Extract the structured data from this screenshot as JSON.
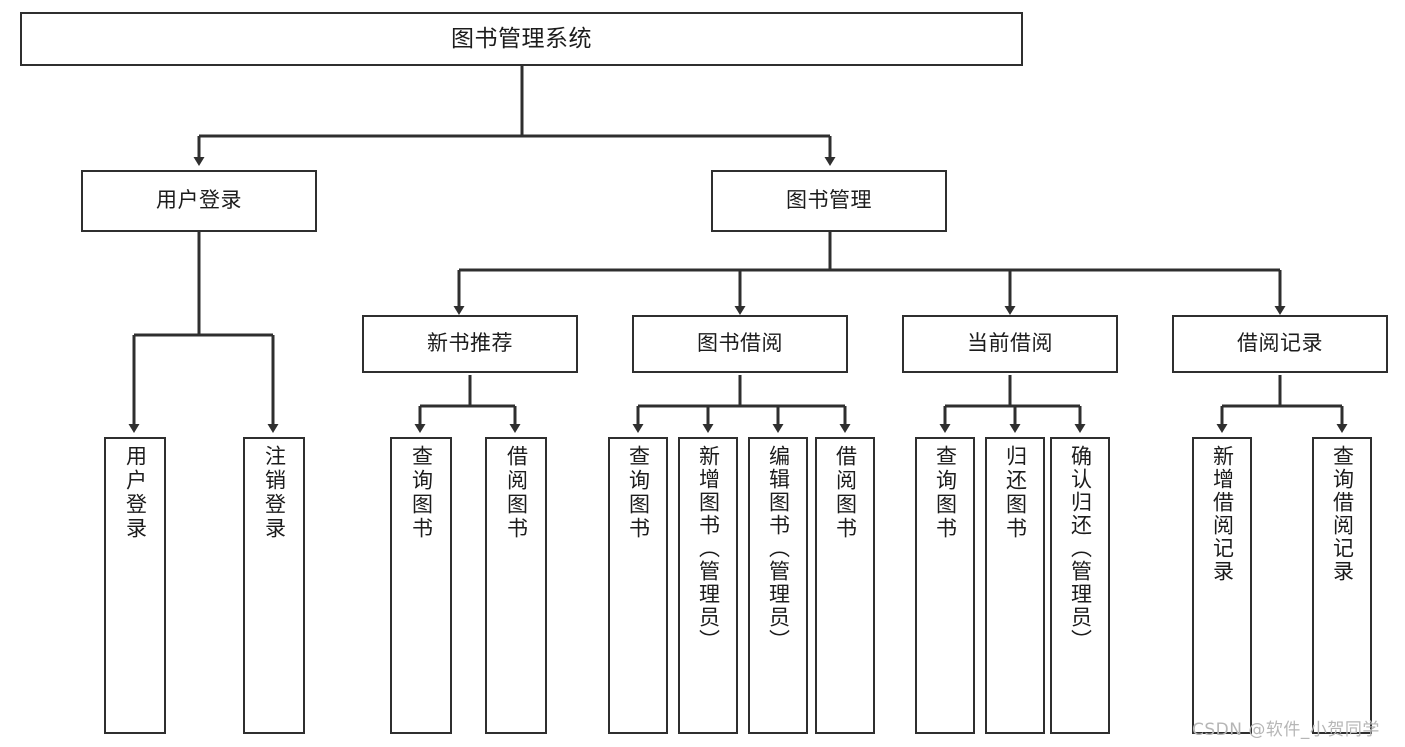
{
  "diagram": {
    "title": "图书管理系统",
    "type": "hierarchy-tree",
    "line_color": "#2f2f2f",
    "box_fill": "#ffffff",
    "text_color": "#1c1c1c",
    "root": {
      "label": "图书管理系统"
    },
    "level1": [
      {
        "label": "用户登录"
      },
      {
        "label": "图书管理"
      }
    ],
    "level2": [
      {
        "label": "新书推荐"
      },
      {
        "label": "图书借阅"
      },
      {
        "label": "当前借阅"
      },
      {
        "label": "借阅记录"
      }
    ],
    "leaves": {
      "user_login": [
        {
          "label": "用户登录"
        },
        {
          "label": "注销登录"
        }
      ],
      "new_book_recommend": [
        {
          "label": "查询图书"
        },
        {
          "label": "借阅图书"
        }
      ],
      "book_borrow": [
        {
          "label": "查询图书"
        },
        {
          "label": "新增图书（管理员）"
        },
        {
          "label": "编辑图书（管理员）"
        },
        {
          "label": "借阅图书"
        }
      ],
      "current_borrow": [
        {
          "label": "查询图书"
        },
        {
          "label": "归还图书"
        },
        {
          "label": "确认归还（管理员）"
        }
      ],
      "borrow_record": [
        {
          "label": "新增借阅记录"
        },
        {
          "label": "查询借阅记录"
        }
      ]
    }
  },
  "watermark": {
    "text": "CSDN @软件_小贺同学",
    "color": "#b6b6b6"
  }
}
